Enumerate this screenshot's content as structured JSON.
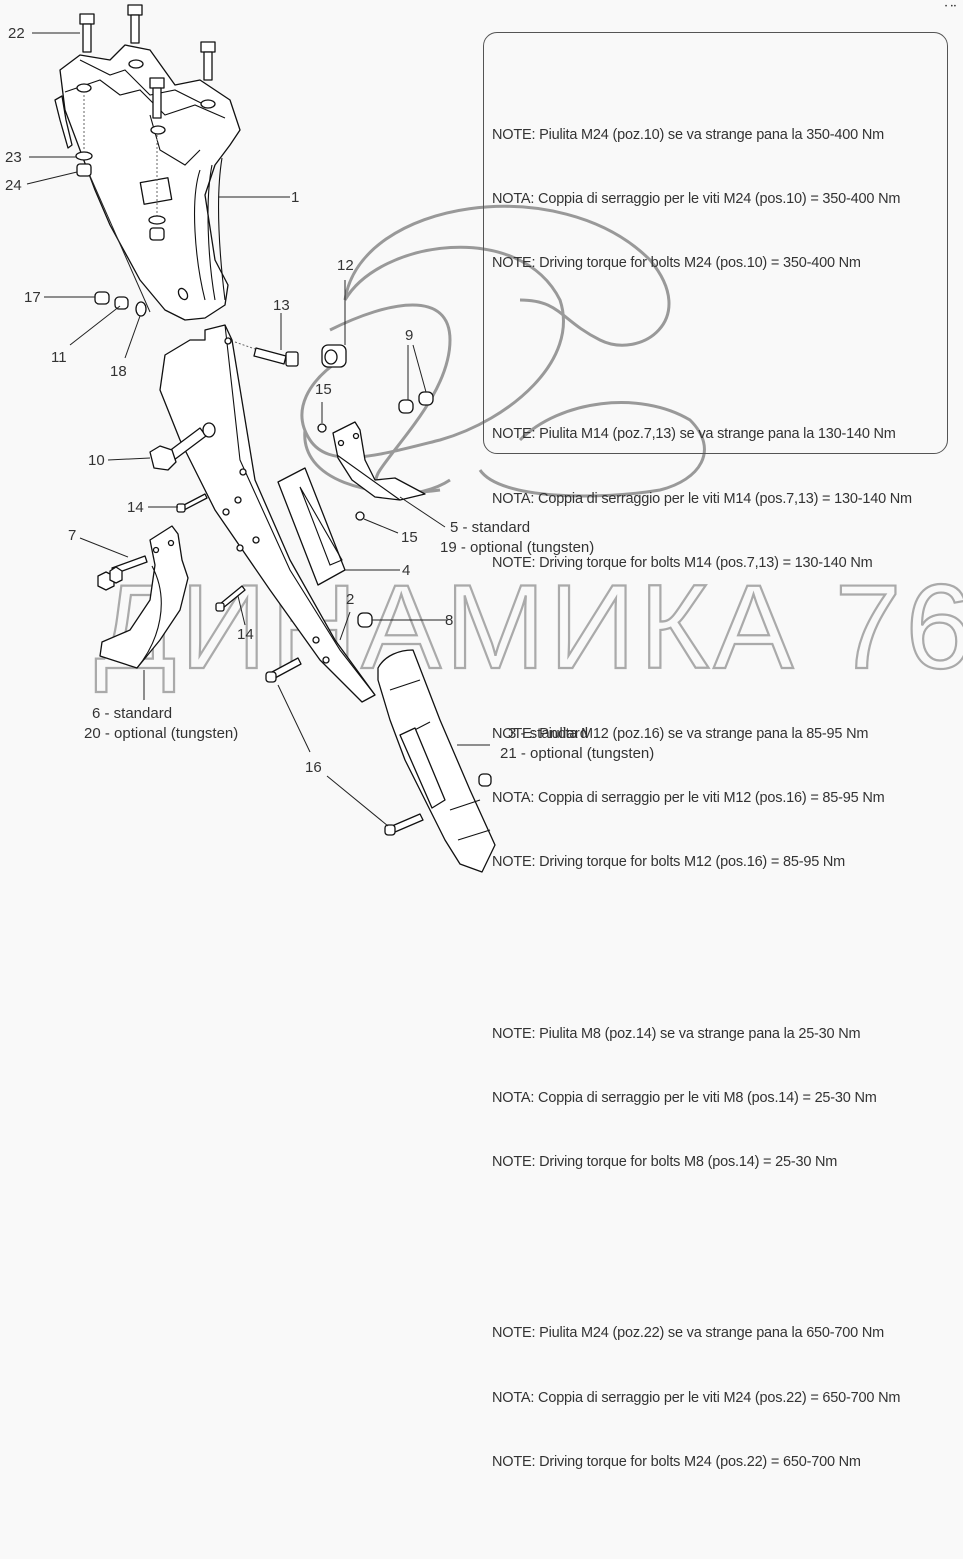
{
  "title": "Subsoiler tine assembly exploded view",
  "watermark": "ДИНАМИКА 76",
  "corner_mark": "•  ••",
  "notes": [
    {
      "lines": [
        "NOTE: Piulita M24 (poz.10) se va strange pana la 350-400 Nm",
        "NOTA: Coppia di serraggio per le viti M24 (pos.10) = 350-400 Nm",
        "NOTE: Driving torque for bolts M24 (pos.10) = 350-400 Nm"
      ]
    },
    {
      "lines": [
        "NOTE: Piulita M14 (poz.7,13) se va strange pana la 130-140 Nm",
        "NOTA: Coppia di serraggio per le viti M14 (pos.7,13) = 130-140 Nm",
        "NOTE: Driving torque for bolts M14 (pos.7,13) = 130-140 Nm"
      ]
    },
    {
      "lines": [
        "NOTE: Piulita M12 (poz.16) se va strange pana la 85-95 Nm",
        "NOTA: Coppia di serraggio per le viti M12 (pos.16) = 85-95 Nm",
        "NOTE: Driving torque for bolts M12 (pos.16) = 85-95 Nm"
      ]
    },
    {
      "lines": [
        "NOTE: Piulita M8 (poz.14) se va strange pana la 25-30 Nm",
        "NOTA: Coppia di serraggio per le viti M8 (pos.14) = 25-30 Nm",
        "NOTE: Driving torque for bolts M8 (pos.14) = 25-30 Nm"
      ]
    },
    {
      "lines": [
        "NOTE: Piulita M24 (poz.22) se va strange pana la 650-700 Nm",
        "NOTA: Coppia di serraggio per le viti M24 (pos.22) = 650-700 Nm",
        "NOTE: Driving torque for bolts M24 (pos.22) = 650-700 Nm"
      ]
    }
  ],
  "callouts": {
    "c22": "22",
    "c23": "23",
    "c24": "24",
    "c1": "1",
    "c17": "17",
    "c11": "11",
    "c18": "18",
    "c13": "13",
    "c12": "12",
    "c9": "9",
    "c15a": "15",
    "c15b": "15",
    "c10": "10",
    "c14a": "14",
    "c14b": "14",
    "c7": "7",
    "c4": "4",
    "c2": "2",
    "c8": "8",
    "c16": "16"
  },
  "variants": {
    "v5": {
      "standard": "5 - standard",
      "optional": "19 - optional (tungsten)"
    },
    "v6": {
      "standard": "6 - standard",
      "optional": "20 - optional (tungsten)"
    },
    "v3": {
      "standard": "3 - standard",
      "optional": "21 - optional (tungsten)"
    }
  }
}
